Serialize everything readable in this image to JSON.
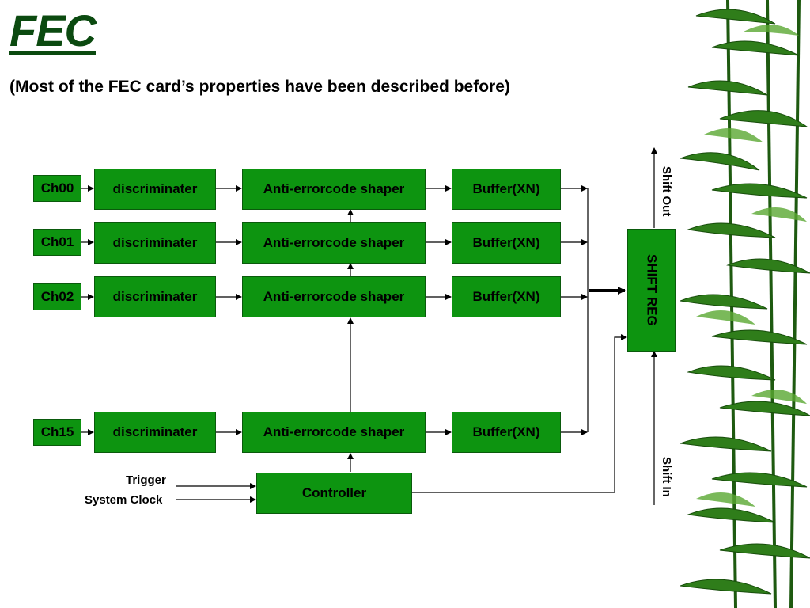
{
  "slide": {
    "title": "FEC",
    "subtitle": "(Most of the FEC card’s properties have been described before)"
  },
  "diagram": {
    "rows": [
      {
        "channel": "Ch00",
        "discriminator": "discriminater",
        "shaper": "Anti-errorcode shaper",
        "buffer": "Buffer(XN)"
      },
      {
        "channel": "Ch01",
        "discriminator": "discriminater",
        "shaper": "Anti-errorcode shaper",
        "buffer": "Buffer(XN)"
      },
      {
        "channel": "Ch02",
        "discriminator": "discriminater",
        "shaper": "Anti-errorcode shaper",
        "buffer": "Buffer(XN)"
      },
      {
        "channel": "Ch15",
        "discriminator": "discriminater",
        "shaper": "Anti-errorcode shaper",
        "buffer": "Buffer(XN)"
      }
    ],
    "controller": "Controller",
    "shift_reg": "SHIFT REG",
    "inputs": {
      "trigger": "Trigger",
      "clock": "System Clock"
    },
    "shift_out": "Shift Out",
    "shift_in": "Shift In"
  },
  "colors": {
    "box_fill": "#0d9410",
    "title": "#0b4a10"
  }
}
